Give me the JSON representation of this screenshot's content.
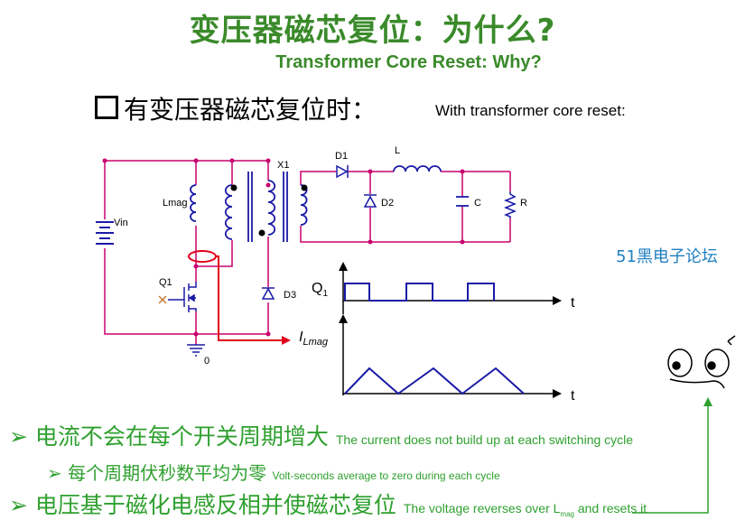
{
  "title": {
    "zh": "变压器磁芯复位：为什么?",
    "en": "Transformer Core Reset: Why?"
  },
  "subtitle": {
    "zh": "有变压器磁芯复位时：",
    "en": "With transformer core reset:"
  },
  "watermark": "51黑电子论坛",
  "circuit": {
    "labels": {
      "vin": "Vin",
      "lmag": "Lmag",
      "x1": "X1",
      "d1": "D1",
      "l": "L",
      "d2": "D2",
      "c": "C",
      "r": "R",
      "q1": "Q1",
      "d3": "D3",
      "gnd": "0"
    }
  },
  "waveforms": {
    "q1": {
      "label": "Q",
      "sub": "1",
      "axis": "t"
    },
    "ilmag": {
      "label": "I",
      "sub": "Lmag",
      "axis": "t"
    }
  },
  "bullets": [
    {
      "zh": "电流不会在每个开关周期增大",
      "en": "The current does not build up at each switching cycle"
    },
    {
      "zh": "每个周期伏秒数平均为零",
      "en": "Volt-seconds average to zero during each cycle"
    },
    {
      "zh": "电压基于磁化电感反相并使磁芯复位",
      "en_pre": "The voltage reverses over L",
      "en_sub": "mag",
      "en_post": " and resets it"
    }
  ],
  "colors": {
    "title": "#3a8a2a",
    "bullet": "#2fa02f",
    "wire": "#c8006e",
    "component": "#1a1aa6",
    "highlight": "#e0001a",
    "watermark": "#1f7fc0"
  }
}
